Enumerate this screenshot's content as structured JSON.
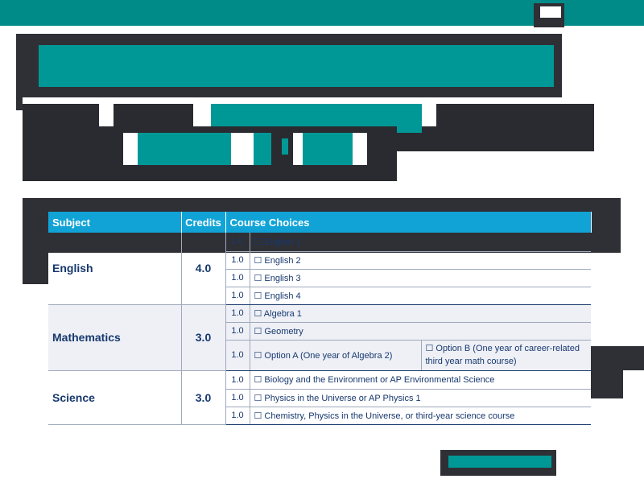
{
  "table": {
    "headers": {
      "subject": "Subject",
      "credits": "Credits",
      "courses": "Course Choices"
    },
    "groups": [
      {
        "subject": "English",
        "credits": "4.0",
        "courses": [
          {
            "credit": "1.0",
            "choice": "☐ English 1"
          },
          {
            "credit": "1.0",
            "choice": "☐ English 2"
          },
          {
            "credit": "1.0",
            "choice": "☐ English 3"
          },
          {
            "credit": "1.0",
            "choice": "☐ English 4"
          }
        ]
      },
      {
        "subject": "Mathematics",
        "credits": "3.0",
        "courses": [
          {
            "credit": "1.0",
            "choice": "☐ Algebra 1"
          },
          {
            "credit": "1.0",
            "choice": "☐ Geometry"
          },
          {
            "credit": "1.0",
            "choice": "☐ Option A (One year of Algebra 2)",
            "choice_b": "☐ Option B (One year of career-related third year math course)"
          }
        ]
      },
      {
        "subject": "Science",
        "credits": "3.0",
        "courses": [
          {
            "credit": "1.0",
            "choice": "☐ Biology and the Environment or AP Environmental Science"
          },
          {
            "credit": "1.0",
            "choice": "☐ Physics in the Universe or AP Physics 1"
          },
          {
            "credit": "1.0",
            "choice": "☐ Chemistry, Physics in the Universe, or third-year science course"
          }
        ]
      }
    ]
  },
  "colors": {
    "header_band": "#008b88",
    "redaction_dark": "#2f3036",
    "redaction_teal": "#009896",
    "table_header": "#11a3d6",
    "table_text": "#17386e"
  }
}
